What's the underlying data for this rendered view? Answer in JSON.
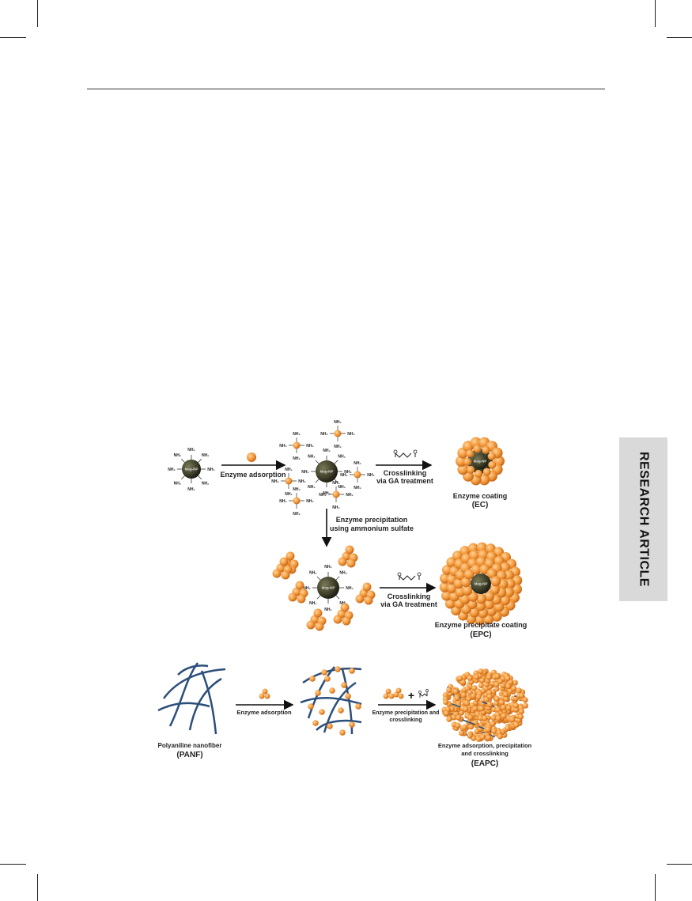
{
  "side_tab": {
    "label": "RESEARCH ARTICLE"
  },
  "figure": {
    "amine_label": "NH₂",
    "particle_label": "Mag-NP",
    "top_row": {
      "arrow1_label": "Enzyme adsorption",
      "arrow2_label_line1": "Crosslinking",
      "arrow2_label_line2": "via GA treatment",
      "product_line1": "Enzyme coating",
      "product_line2": "(EC)"
    },
    "down_arrow": {
      "label_line1": "Enzyme precipitation",
      "label_line2": "using ammonium sulfate"
    },
    "middle_row": {
      "arrow_label_line1": "Crosslinking",
      "arrow_label_line2": "via GA treatment",
      "product_line1": "Enzyme precipitate coating",
      "product_line2": "(EPC)"
    },
    "bottom_row": {
      "start_line1": "Polyaniline nanofiber",
      "start_line2": "(PANF)",
      "arrow1_label": "Enzyme adsorption",
      "plus_sign": "+",
      "arrow2_label_line1": "Enzyme precipitation and",
      "arrow2_label_line2": "crosslinking",
      "product_line1": "Enzyme adsorption, precipitation",
      "product_line2": "and crosslinking",
      "product_line3": "(EAPC)"
    }
  },
  "colors": {
    "enzyme": "#f39a3c",
    "enzyme_dark": "#c8691a",
    "particle": "#3d3d28",
    "fiber": "#2c4f7a",
    "tab_background": "#d9d9d9"
  }
}
